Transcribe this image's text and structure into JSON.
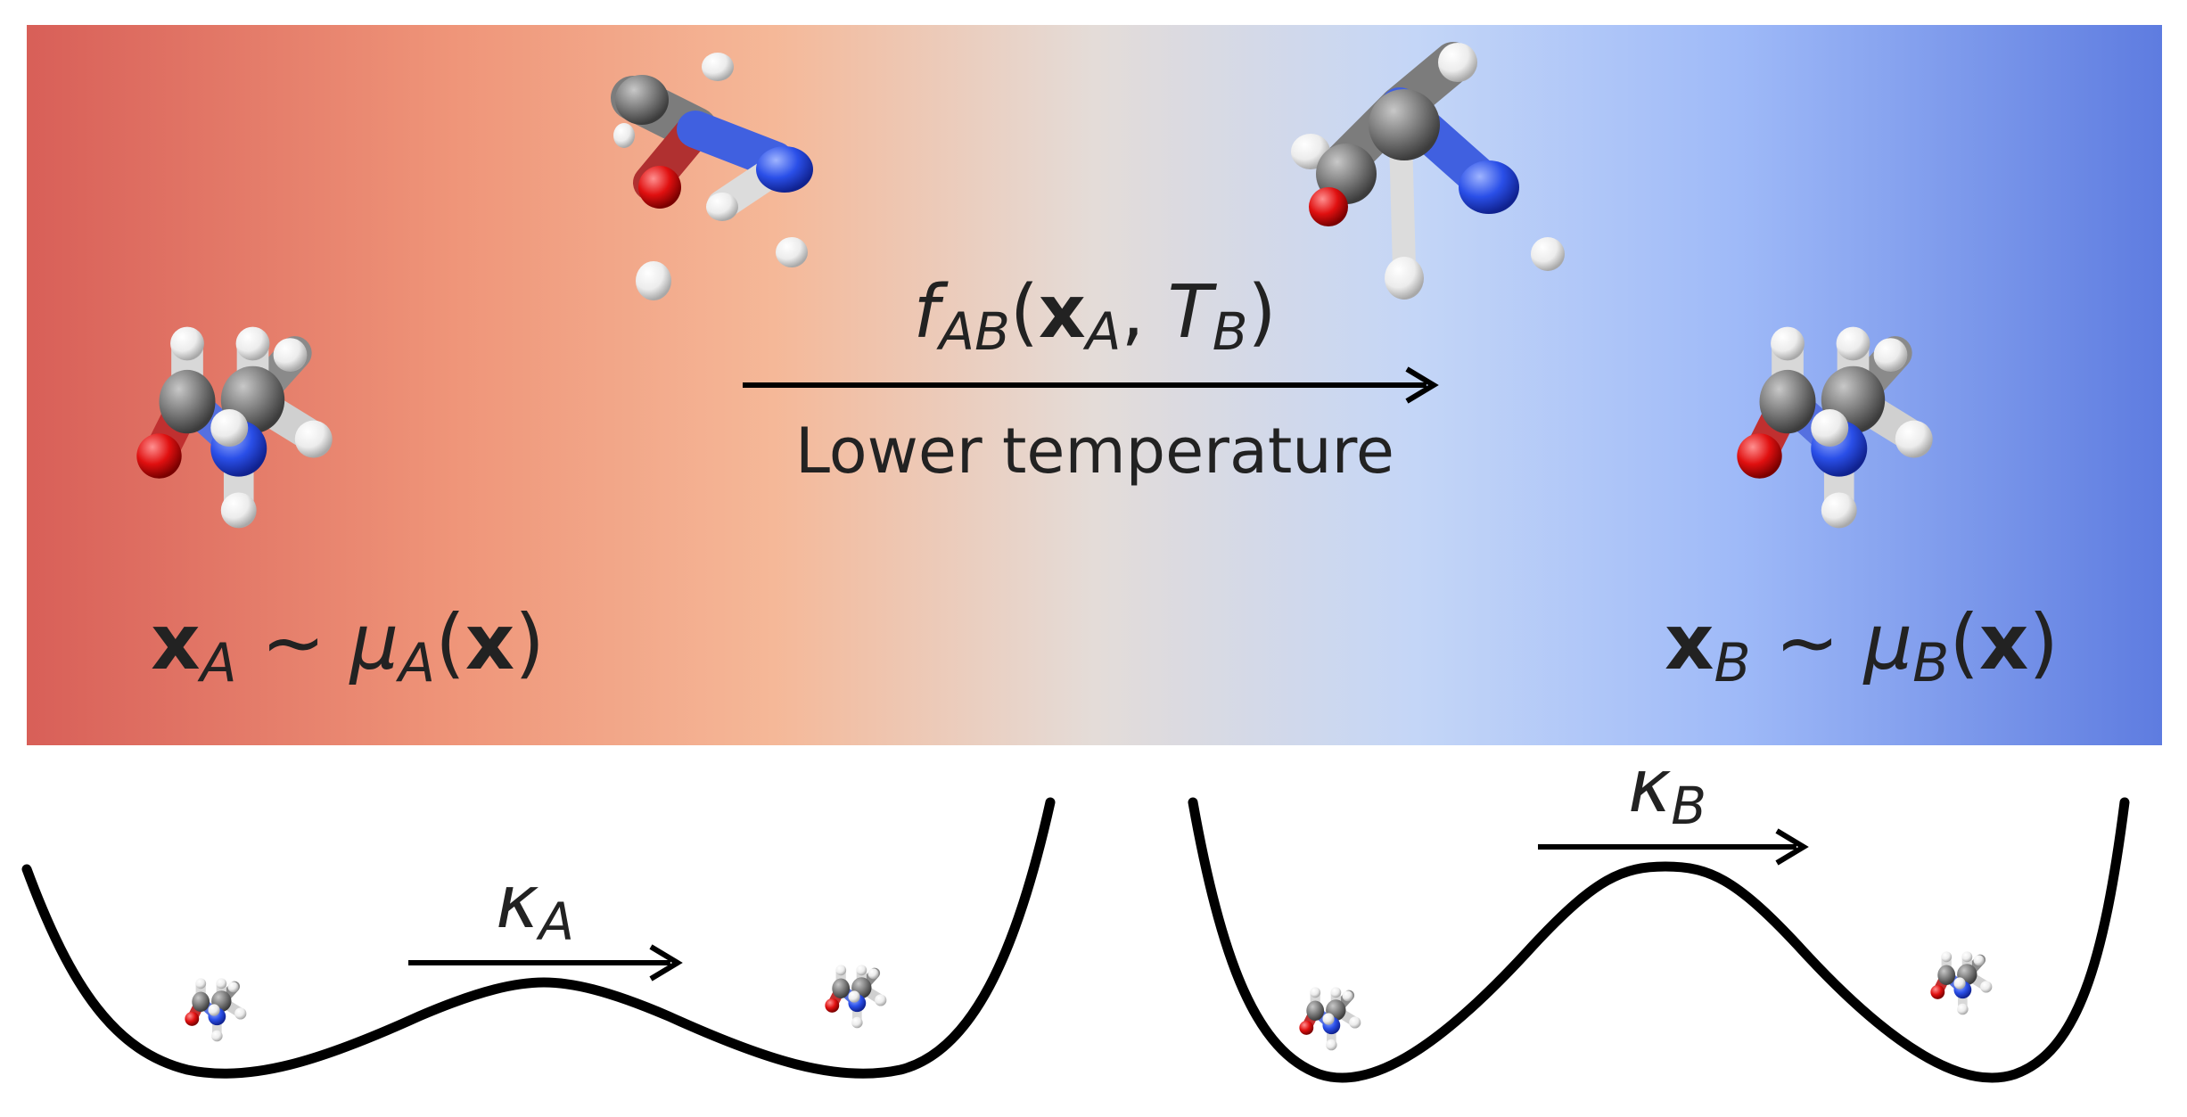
{
  "process": {
    "map_label": {
      "f": "f",
      "f_sub": "AB",
      "arg_x": "x",
      "arg_x_sub": "A",
      "arg_sep": ", ",
      "arg_T": "T",
      "arg_T_sub": "B"
    },
    "caption": "Lower temperature"
  },
  "state_a": {
    "x": "x",
    "x_sub": "A",
    "sim": " ~ ",
    "mu": "μ",
    "mu_sub": "A",
    "arg": "x"
  },
  "state_b": {
    "x": "x",
    "x_sub": "B",
    "sim": " ~ ",
    "mu": "μ",
    "mu_sub": "B",
    "arg": "x"
  },
  "landscape_a": {
    "rate": "κ",
    "rate_sub": "A"
  },
  "landscape_b": {
    "rate": "κ",
    "rate_sub": "B"
  },
  "colors": {
    "hot": "#d9625a",
    "mid": "#e8dcd5",
    "cold": "#6380e0",
    "carbon": "#7a7a7a",
    "nitrogen": "#2a4fe0",
    "oxygen": "#e01010",
    "hydrogen": "#f4f4f4",
    "curve": "#000000"
  }
}
